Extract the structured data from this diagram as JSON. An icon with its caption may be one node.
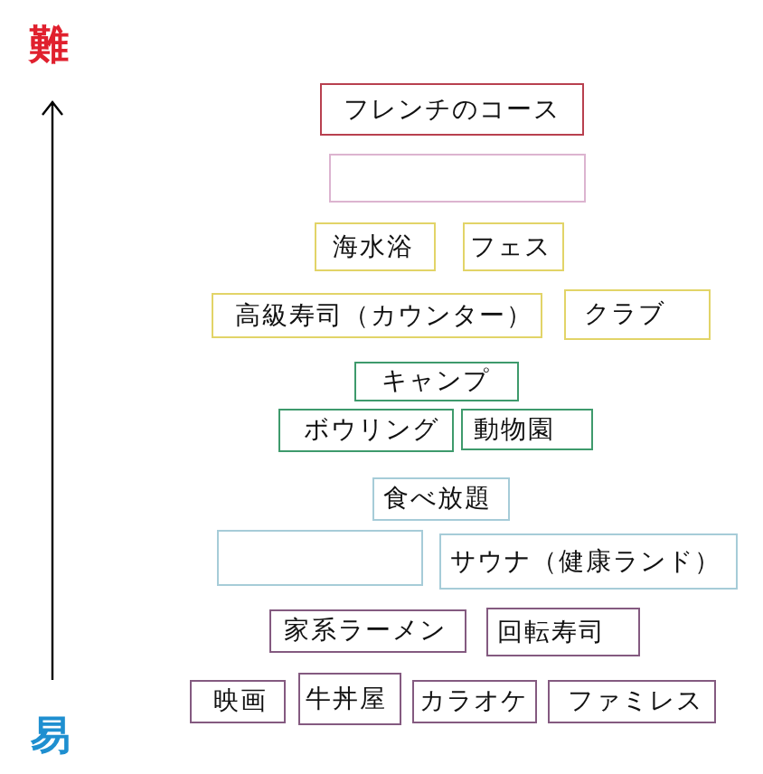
{
  "diagram": {
    "nodes": [
      {
        "text": [
          "フレンチのコース"
        ]
      },
      {
        "text": [],
        "shape": "box"
      },
      {
        "text": [
          "海水浴"
        ]
      },
      {
        "text": [
          "フェス"
        ]
      },
      {
        "text": [
          "高級寿司（カウンター）"
        ]
      },
      {
        "text": [
          "クラブ"
        ]
      },
      {
        "text": [
          "キャンプ"
        ]
      },
      {
        "text": [
          "ボウリング"
        ]
      },
      {
        "text": [
          "動物園"
        ]
      },
      {
        "text": [
          "食べ放題"
        ]
      },
      {
        "text": [],
        "shape": "box"
      },
      {
        "text": [
          "サウナ（健康ランド）"
        ]
      },
      {
        "text": [
          "家系ラーメン"
        ]
      },
      {
        "text": [
          "回転寿司"
        ]
      },
      {
        "text": [
          "映画"
        ]
      },
      {
        "text": [
          "牛丼屋"
        ]
      },
      {
        "text": [
          "カラオケ"
        ]
      },
      {
        "text": [
          "ファミレス"
        ]
      }
    ],
    "labels": [
      "難",
      "易"
    ]
  }
}
